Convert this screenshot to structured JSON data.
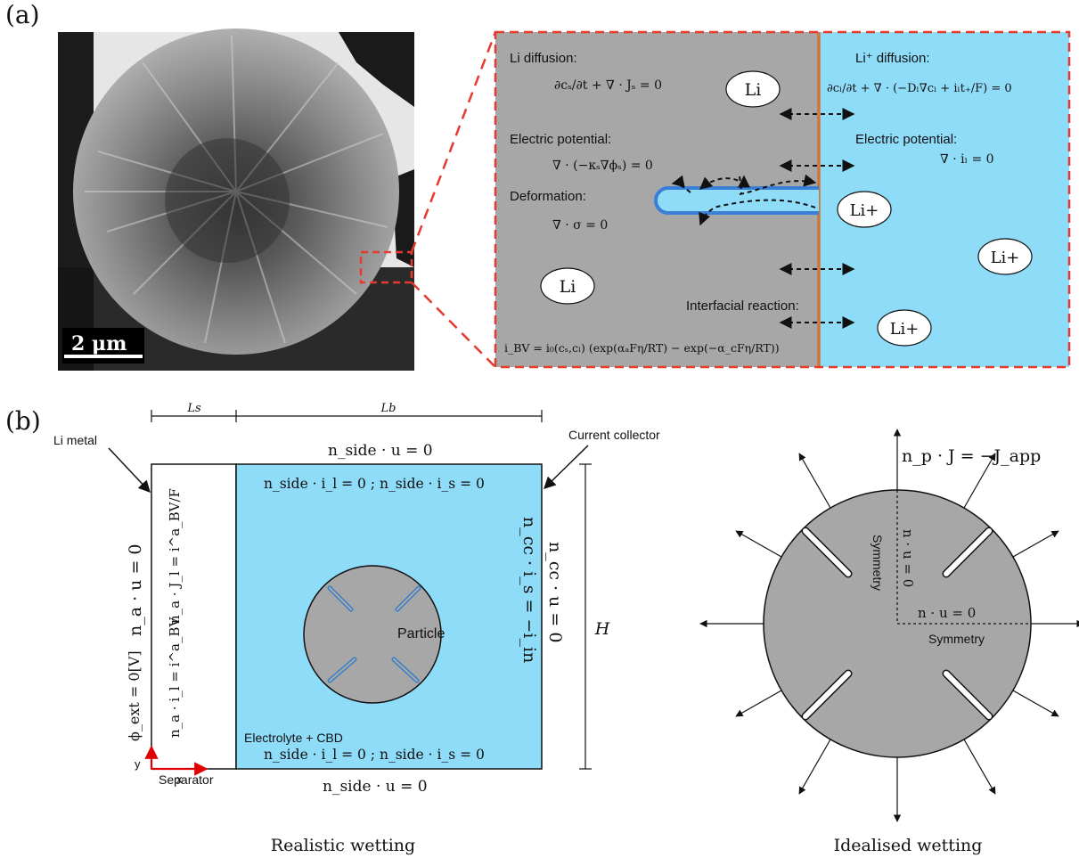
{
  "panel_a": {
    "label": "(a)",
    "scale_bar": "2 μm",
    "zoom": {
      "li_diffusion_title": "Li diffusion:",
      "li_diffusion_eq": "∂cₛ/∂t + ∇ · Jₛ = 0",
      "elec_pot_left_title": "Electric potential:",
      "elec_pot_left_eq": "∇ · (−κₛ∇ϕₛ) = 0",
      "deformation_title": "Deformation:",
      "deformation_eq": "∇ · σ = 0",
      "li_plus_diffusion_title": "Li⁺ diffusion:",
      "li_plus_diffusion_eq": "∂cₗ/∂t + ∇ · (−Dₗ∇cₗ + iₗt₊/F) = 0",
      "elec_pot_right_title": "Electric potential:",
      "elec_pot_right_eq": "∇ · iₗ = 0",
      "interfacial_title": "Interfacial reaction:",
      "bv_eq": "i_BV = i₀(cₛ,cₗ) (exp(αₐFη/RT) − exp(−α_cFη/RT))",
      "li_bubble_1": "Li",
      "li_bubble_2": "Li",
      "li_plus_1": "Li+",
      "li_plus_2": "Li+",
      "li_plus_3": "Li+"
    }
  },
  "panel_b": {
    "label": "(b)",
    "ls": "Ls",
    "lb": "Lb",
    "h": "H",
    "li_metal": "Li metal",
    "current_collector": "Current collector",
    "top_bc": "n_side · u = 0",
    "top_inner_bc": "n_side · i_l = 0  ;  n_side · i_s = 0",
    "bottom_inner_bc": "n_side · i_l = 0  ;  n_side · i_s = 0",
    "bottom_bc": "n_side · u = 0",
    "left_bc_1": "n_a · u = 0",
    "left_bc_2": "n_a · J_l = i^a_BV/F",
    "left_bc_3": "n_a · i_l = i^a_BV",
    "left_bc_4": "ϕ_ext = 0[V]",
    "right_bc_1": "n_cc · i_s = −i_in",
    "right_bc_2": "n_cc · u = 0",
    "particle": "Particle",
    "electrolyte": "Electrolyte + CBD",
    "separator": "Separator",
    "axis_x": "x",
    "axis_y": "y",
    "caption_left": "Realistic wetting",
    "ideal_bc": "n_p · J = −J_app",
    "sym_v_label": "Symmetry",
    "sym_v_eq": "n · u = 0",
    "sym_h_eq": "n · u = 0",
    "sym_h_label": "Symmetry",
    "caption_right": "Idealised wetting"
  },
  "colors": {
    "electrolyte": "#8fdcf8",
    "lithium": "#a7a7a7",
    "dashed_red": "#e63a2e",
    "interface": "#d0743a",
    "axis_red": "#e00000"
  }
}
